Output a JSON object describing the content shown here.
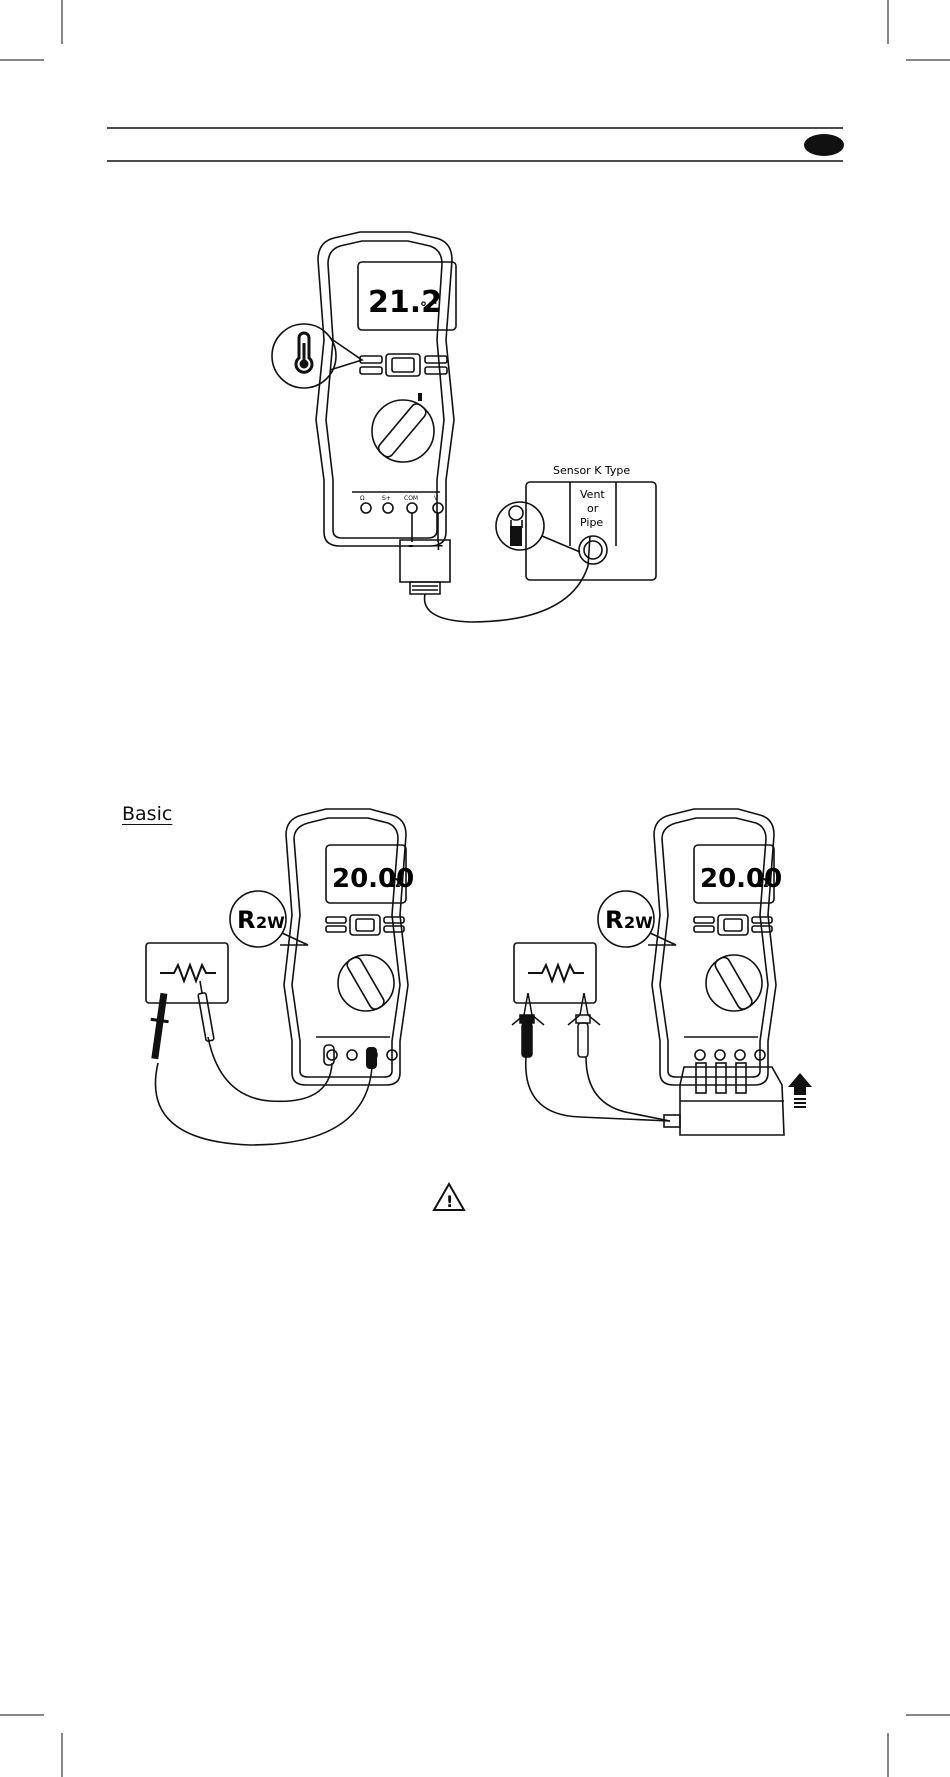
{
  "page": {
    "section_heading": "Basic"
  },
  "figure_temperature": {
    "display_value": "21.2",
    "display_unit": "°C",
    "sensor_label": "Sensor K Type",
    "probe_label_lines": [
      "Vent",
      "or",
      "Pipe"
    ],
    "plug_minus": "-",
    "plug_plus": "+",
    "callout_icon": "thermometer-icon",
    "terminal_labels": [
      "Ω",
      "S+",
      "COM",
      "V"
    ]
  },
  "figure_resistance_left": {
    "display_value": "20.00",
    "display_unit": "Ω",
    "callout_label_main": "R",
    "callout_label_sub": "2W",
    "component_icon": "resistor-icon"
  },
  "figure_resistance_right": {
    "display_value": "20.00",
    "display_unit": "Ω",
    "callout_label_main": "R",
    "callout_label_sub": "2W",
    "component_icon": "resistor-icon"
  },
  "warning": {
    "icon": "warning-triangle-icon",
    "symbol": "!"
  },
  "colors": {
    "ink": "#111111",
    "page": "#ffffff"
  }
}
